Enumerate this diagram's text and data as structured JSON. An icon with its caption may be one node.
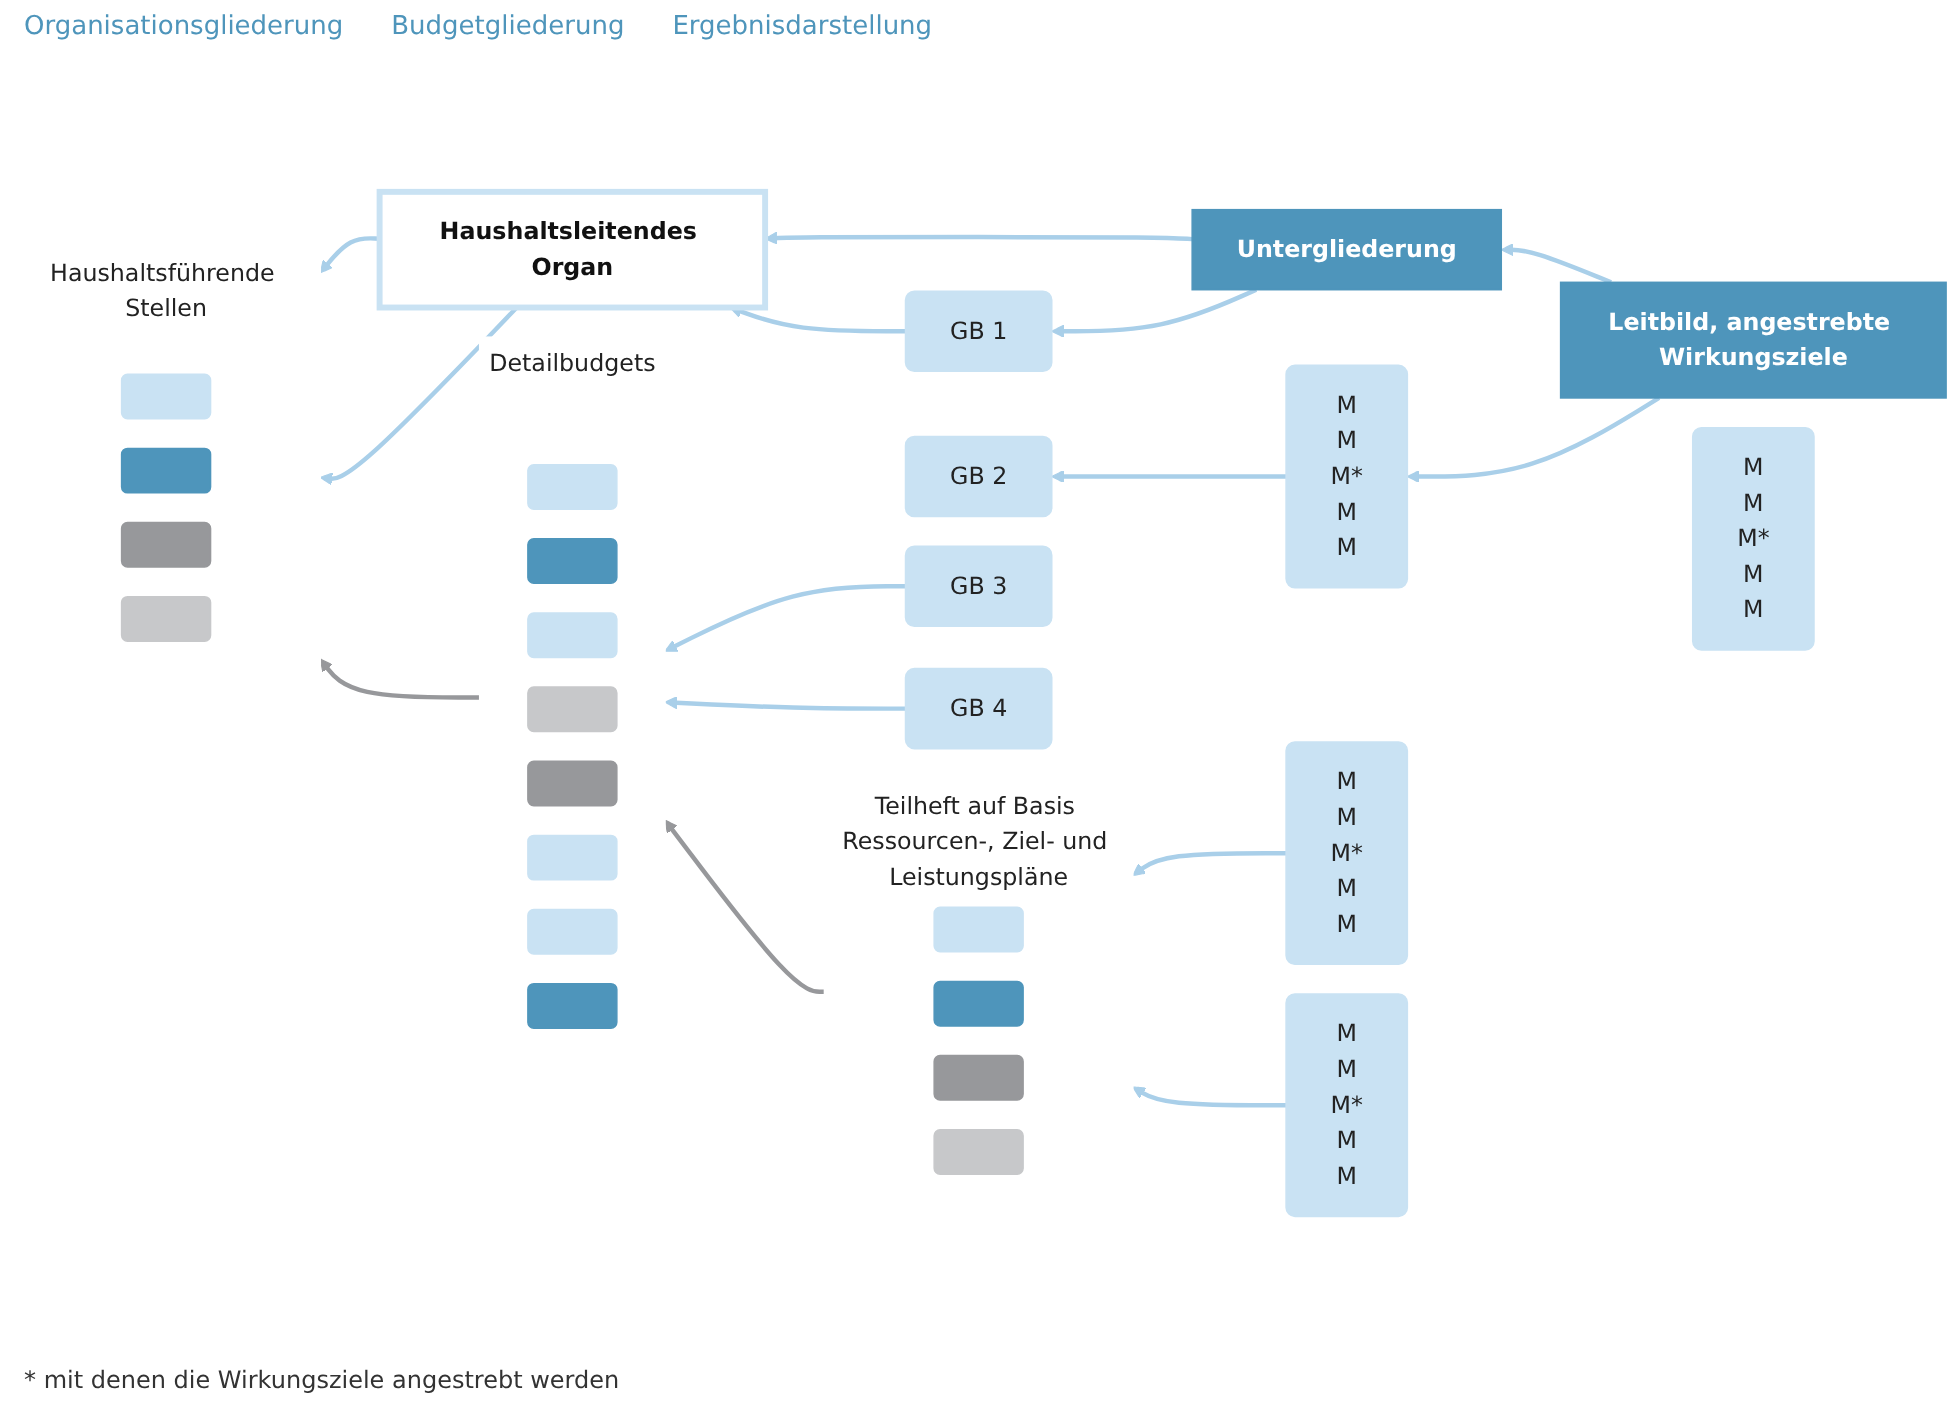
{
  "diagram": {
    "nodes": [
      {
        "text": [
          "Haushaltsleitendes Organ"
        ]
      },
      {
        "text": [
          "Untergliederung"
        ]
      },
      {
        "text": [
          "Leitbild, angestrebte Wirkungsziele"
        ]
      },
      {
        "text": [
          "GB 1"
        ]
      },
      {
        "text": [
          "GB 2"
        ]
      },
      {
        "text": [
          "GB 3"
        ]
      },
      {
        "text": [
          "GB 4"
        ]
      },
      {
        "text": [
          "M",
          "M",
          "M*",
          "M",
          "M"
        ]
      },
      {
        "text": [
          "M",
          "M",
          "M*",
          "M",
          "M"
        ]
      },
      {
        "text": [
          "M",
          "M",
          "M*",
          "M",
          "M"
        ]
      },
      {
        "text": [
          "M",
          "M",
          "M*",
          "M",
          "M"
        ]
      },
      {
        "text": [
          "Haushaltsführende Stellen"
        ]
      },
      {
        "text": [],
        "shape": "box",
        "in": 11
      },
      {
        "text": [],
        "shape": "box",
        "in": 11
      },
      {
        "text": [],
        "shape": "box",
        "in": 11
      },
      {
        "text": [],
        "shape": "box",
        "in": 11
      },
      {
        "text": [
          "Detailbudgets"
        ]
      },
      {
        "text": [],
        "shape": "box",
        "in": 16
      },
      {
        "text": [],
        "shape": "box",
        "in": 16
      },
      {
        "text": [],
        "shape": "box",
        "in": 16
      },
      {
        "text": [],
        "shape": "box",
        "in": 16
      },
      {
        "text": [],
        "shape": "box",
        "in": 16
      },
      {
        "text": [],
        "shape": "box",
        "in": 16
      },
      {
        "text": [],
        "shape": "box",
        "in": 16
      },
      {
        "text": [],
        "shape": "box",
        "in": 16
      },
      {
        "text": [
          "Teilheft auf Basis Ressourcen-, Ziel- und Leistungspläne"
        ]
      },
      {
        "text": [],
        "shape": "box",
        "in": 25
      },
      {
        "text": [],
        "shape": "box",
        "in": 25
      },
      {
        "text": [],
        "shape": "box",
        "in": 25
      },
      {
        "text": [],
        "shape": "box",
        "in": 25
      }
    ],
    "edges": [
      {
        "from": 1,
        "to": 0,
        "arrow": "to"
      },
      {
        "from": 2,
        "to": 1,
        "arrow": "to"
      },
      {
        "from": 1,
        "to": 3,
        "arrow": "to"
      },
      {
        "from": 2,
        "to": 7,
        "arrow": "to"
      },
      {
        "from": 3,
        "to": 0,
        "arrow": "to"
      },
      {
        "from": 7,
        "to": 4,
        "arrow": "to"
      },
      {
        "from": 0,
        "to": 11,
        "arrow": "to"
      },
      {
        "from": 0,
        "to": 11,
        "arrow": "to"
      },
      {
        "from": 5,
        "to": 16,
        "arrow": "to"
      },
      {
        "from": 6,
        "to": 16,
        "arrow": "to"
      },
      {
        "from": 9,
        "to": 25,
        "arrow": "to"
      },
      {
        "from": 10,
        "to": 25,
        "arrow": "to"
      },
      {
        "from": 16,
        "to": 11,
        "arrow": "to",
        "color": "#97989b"
      },
      {
        "from": 25,
        "to": 16,
        "arrow": "to",
        "color": "#97989b"
      }
    ],
    "labels": [
      "Organisationsgliederung",
      "Budgetgliederung",
      "Ergebnisdarstellung",
      "* mit denen die Wirkungsziele angestrebt werden"
    ]
  }
}
